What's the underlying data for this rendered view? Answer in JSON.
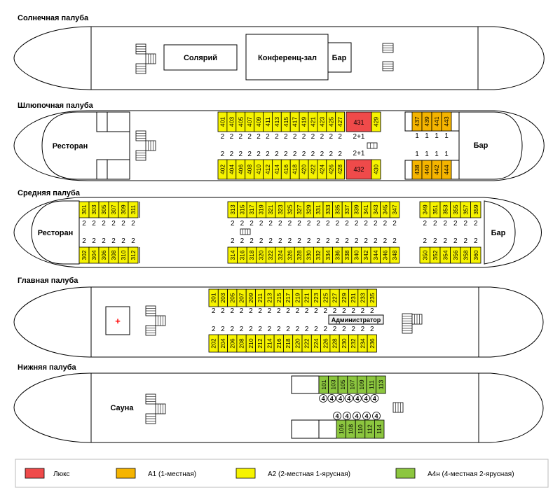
{
  "colors": {
    "lux": "#ef4a4a",
    "a1": "#f5b400",
    "a2": "#f6f300",
    "a4n": "#8cc63f",
    "line": "#000000",
    "admin_bg": "#f2f2f2",
    "medical_cross": "#ff0000"
  },
  "decks": [
    {
      "id": "sun",
      "title": "Солнечная палуба",
      "rooms": {
        "solarium": "Солярий",
        "conference": "Конференц-зал",
        "bar": "Бар"
      }
    },
    {
      "id": "boat",
      "title": "Шлюпочная палуба",
      "rooms": {
        "restaurant": "Ресторан",
        "bar": "Бар"
      },
      "blocks": [
        {
          "class": "a2",
          "cabins": [
            "401",
            "403",
            "405",
            "407",
            "409",
            "411",
            "413",
            "415",
            "417",
            "419",
            "421",
            "423",
            "425",
            "427"
          ],
          "capacity": "2"
        },
        {
          "class": "lux",
          "cabins": [
            "431"
          ],
          "capacity": "2+1"
        },
        {
          "class": "a2",
          "cabins": [
            "429"
          ],
          "capacity": ""
        },
        {
          "class": "a1",
          "cabins": [
            "437",
            "439",
            "441",
            "443"
          ],
          "capacity": "1"
        },
        {
          "class": "a2",
          "cabins": [
            "402",
            "404",
            "406",
            "408",
            "410",
            "412",
            "414",
            "416",
            "418",
            "420",
            "422",
            "424",
            "426",
            "428"
          ],
          "capacity": "2"
        },
        {
          "class": "lux",
          "cabins": [
            "432"
          ],
          "capacity": "2+1"
        },
        {
          "class": "a2",
          "cabins": [
            "430"
          ],
          "capacity": ""
        },
        {
          "class": "a1",
          "cabins": [
            "438",
            "440",
            "442",
            "444"
          ],
          "capacity": "1"
        }
      ]
    },
    {
      "id": "middle",
      "title": "Средняя палуба",
      "rooms": {
        "restaurant": "Ресторан",
        "bar": "Бар"
      },
      "blocks": [
        {
          "class": "a2",
          "cabins": [
            "301",
            "303",
            "305",
            "307",
            "309",
            "311"
          ],
          "capacity": "2"
        },
        {
          "class": "a2",
          "cabins": [
            "313",
            "315",
            "317",
            "319",
            "321",
            "323",
            "325",
            "327",
            "329",
            "331",
            "333",
            "335",
            "337",
            "339",
            "341",
            "343",
            "345",
            "347"
          ],
          "capacity": "2"
        },
        {
          "class": "a2",
          "cabins": [
            "349",
            "351",
            "353",
            "355",
            "357",
            "359"
          ],
          "capacity": "2"
        },
        {
          "class": "a2",
          "cabins": [
            "302",
            "304",
            "306",
            "308",
            "310",
            "312"
          ],
          "capacity": "2"
        },
        {
          "class": "a2",
          "cabins": [
            "314",
            "316",
            "318",
            "320",
            "322",
            "324",
            "326",
            "328",
            "330",
            "332",
            "334",
            "336",
            "338",
            "340",
            "342",
            "344",
            "346",
            "348"
          ],
          "capacity": "2"
        },
        {
          "class": "a2",
          "cabins": [
            "350",
            "352",
            "354",
            "356",
            "358",
            "360"
          ],
          "capacity": "2"
        }
      ]
    },
    {
      "id": "main",
      "title": "Главная палуба",
      "rooms": {
        "administrator": "Администратор",
        "medical": "+"
      },
      "blocks": [
        {
          "class": "a2",
          "cabins": [
            "201",
            "203",
            "205",
            "207",
            "209",
            "211",
            "213",
            "215",
            "217",
            "219",
            "221",
            "223",
            "225",
            "227",
            "229",
            "231",
            "233",
            "235"
          ],
          "capacity": "2"
        },
        {
          "class": "a2",
          "cabins": [
            "202",
            "204",
            "206",
            "208",
            "210",
            "212",
            "214",
            "216",
            "218",
            "220",
            "222",
            "224",
            "226",
            "228",
            "230",
            "232",
            "234",
            "236"
          ],
          "capacity": "2"
        }
      ]
    },
    {
      "id": "lower",
      "title": "Нижняя палуба",
      "rooms": {
        "sauna": "Сауна"
      },
      "blocks": [
        {
          "class": "a4n",
          "cabins": [
            "101",
            "103",
            "105",
            "107",
            "109",
            "111",
            "113"
          ],
          "capacity": "4"
        },
        {
          "class": "a4n",
          "cabins": [
            "106",
            "108",
            "110",
            "112",
            "114"
          ],
          "capacity": "4"
        }
      ]
    }
  ],
  "legend": [
    {
      "class": "lux",
      "label": "Люкс"
    },
    {
      "class": "a1",
      "label": "А1 (1-местная)"
    },
    {
      "class": "a2",
      "label": "А2 (2-местная 1-ярусная)"
    },
    {
      "class": "a4n",
      "label": "А4н (4-местная 2-ярусная)"
    }
  ]
}
